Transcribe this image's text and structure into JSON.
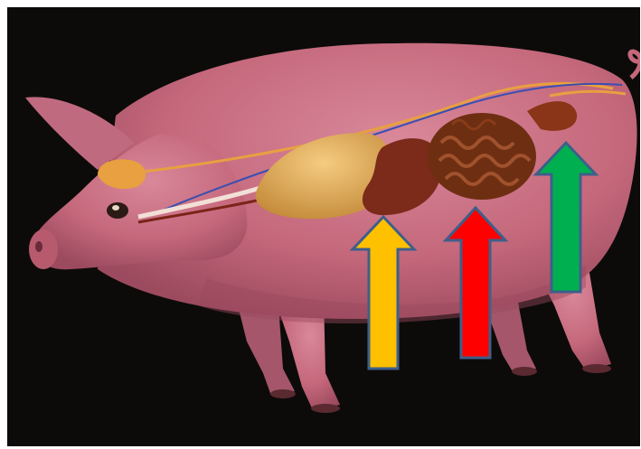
{
  "colors": {
    "background": "#0d0b0a",
    "pig_body": "#c5687c",
    "pig_shadow": "#9c4a5e",
    "pig_highlight": "#dc8a9c",
    "stomach": "#e5b05e",
    "liver": "#7c2a1a",
    "intestine": "#6e2e12",
    "nerve_orange": "#e8a040",
    "nerve_blue": "#3a4fb0",
    "eye_dark": "#2b1b14",
    "arrow_outline": "#3e5f8a"
  },
  "arrows": [
    {
      "name": "yellow-arrow",
      "color": "#ffc000",
      "points_to": "stomach"
    },
    {
      "name": "red-arrow",
      "color": "#ff0000",
      "points_to": "small-intestine"
    },
    {
      "name": "green-arrow",
      "color": "#00b050",
      "points_to": "large-intestine"
    }
  ]
}
